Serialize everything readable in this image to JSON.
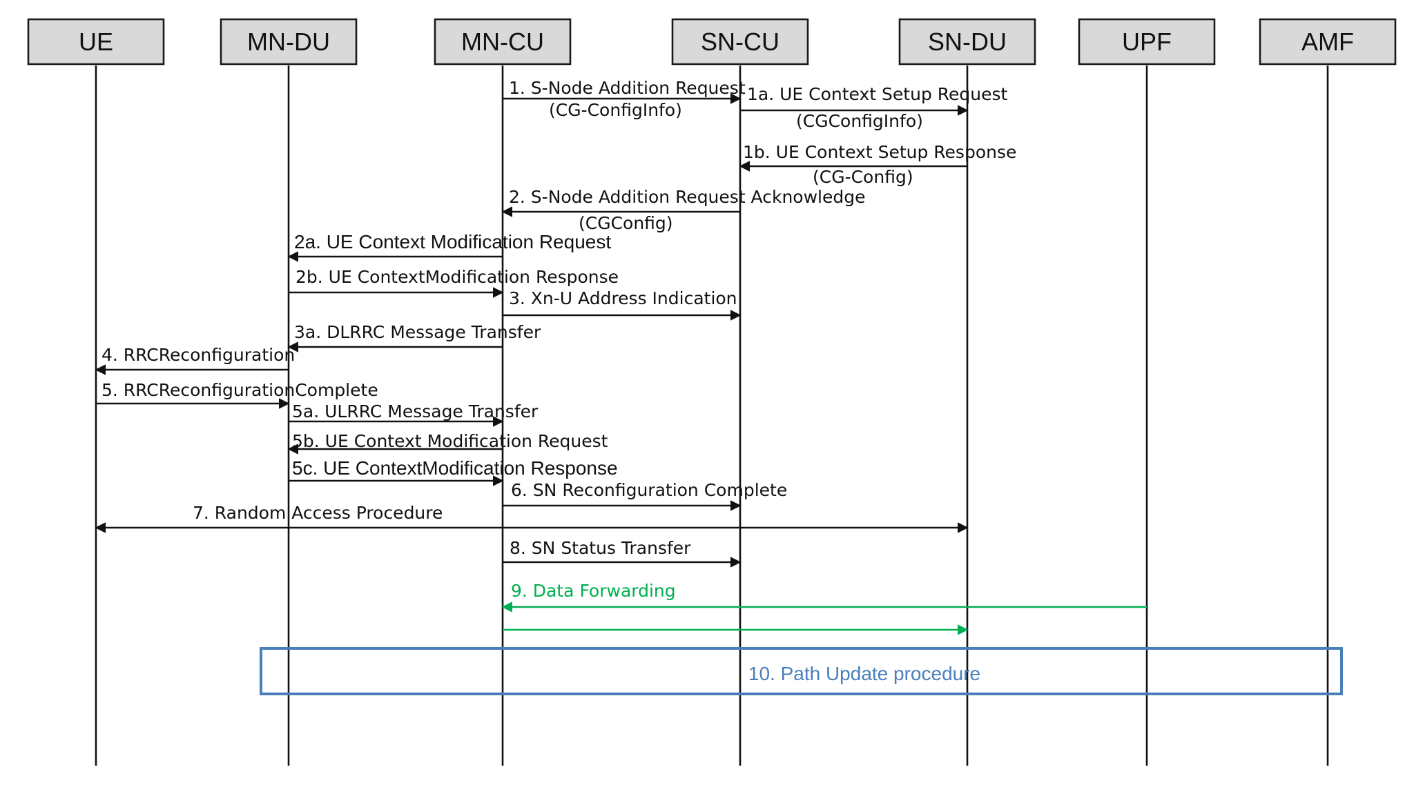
{
  "colors": {
    "line": "#111111",
    "box_fill": "#d9d9d9",
    "data_forwarding": "#00b050",
    "procedure": "#4a7ebb"
  },
  "entities": [
    {
      "id": "ue",
      "label": "UE"
    },
    {
      "id": "mn_du",
      "label": "MN-DU"
    },
    {
      "id": "mn_cu",
      "label": "MN-CU"
    },
    {
      "id": "sn_cu",
      "label": "SN-CU"
    },
    {
      "id": "sn_du",
      "label": "SN-DU"
    },
    {
      "id": "upf",
      "label": "UPF"
    },
    {
      "id": "amf",
      "label": "AMF"
    }
  ],
  "messages": [
    {
      "from": "mn_cu",
      "to": "sn_cu",
      "lines": [
        "1. S-Node Addition Request",
        "(CG-ConfigInfo)"
      ]
    },
    {
      "from": "sn_cu",
      "to": "sn_du",
      "lines": [
        "1a. UE Context Setup Request",
        "(CGConfigInfo)"
      ]
    },
    {
      "from": "sn_du",
      "to": "sn_cu",
      "lines": [
        "1b. UE Context Setup Response",
        "(CG-Config)"
      ]
    },
    {
      "from": "sn_cu",
      "to": "mn_cu",
      "lines": [
        "2. S-Node Addition Request Acknowledge",
        "(CGConfig)"
      ]
    },
    {
      "from": "mn_cu",
      "to": "mn_du",
      "lines": [
        "2a. UE Context Modification Request"
      ],
      "style": "big"
    },
    {
      "from": "mn_du",
      "to": "mn_cu",
      "lines": [
        "2b. UE ContextModification Response"
      ]
    },
    {
      "from": "mn_cu",
      "to": "sn_cu",
      "lines": [
        "3. Xn-U Address Indication"
      ]
    },
    {
      "from": "mn_cu",
      "to": "mn_du",
      "lines": [
        "3a. DLRRC Message Transfer"
      ]
    },
    {
      "from": "mn_du",
      "to": "ue",
      "lines": [
        "4. RRCReconfiguration"
      ]
    },
    {
      "from": "ue",
      "to": "mn_du",
      "lines": [
        "5. RRCReconfigurationComplete"
      ]
    },
    {
      "from": "mn_du",
      "to": "mn_cu",
      "lines": [
        "5a. ULRRC Message Transfer"
      ]
    },
    {
      "from": "mn_cu",
      "to": "mn_du",
      "lines": [
        "5b. UE Context Modification Request"
      ]
    },
    {
      "from": "mn_du",
      "to": "mn_cu",
      "lines": [
        "5c. UE ContextModification Response"
      ],
      "style": "big"
    },
    {
      "from": "mn_cu",
      "to": "sn_cu",
      "lines": [
        "6. SN Reconfiguration Complete"
      ]
    },
    {
      "from": "ue",
      "to": "sn_du",
      "lines": [
        "7. Random Access Procedure"
      ],
      "bidirectional": true
    },
    {
      "from": "mn_cu",
      "to": "sn_cu",
      "lines": [
        "8. SN Status Transfer"
      ]
    },
    {
      "from": "upf",
      "to": "mn_cu",
      "lines": [
        "9. Data Forwarding"
      ],
      "style": "green"
    },
    {
      "from": "mn_cu",
      "to": "sn_du",
      "lines": [],
      "style": "green"
    }
  ],
  "procedure": {
    "label": "10. Path Update procedure"
  }
}
